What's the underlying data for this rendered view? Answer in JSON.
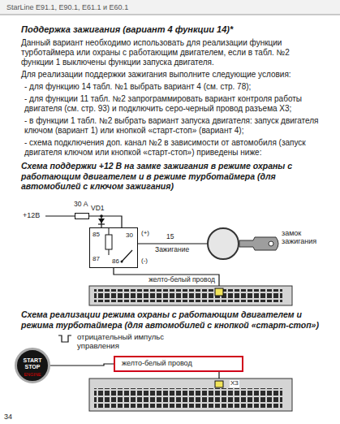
{
  "diagram": {
    "title": "Поддержка зажигания (вариант 4 функции 14)*",
    "nodes": [
      {
        "text": [
          "30 А"
        ]
      },
      {
        "text": [
          "85",
          "87",
          "86",
          "30"
        ]
      },
      {
        "text": [
          "замок зажигания"
        ]
      },
      {
        "text": [
          "START STOP",
          "ENGINE"
        ]
      },
      {
        "text": [
          "желто-белый провод"
        ]
      },
      {
        "text": [
          "Х3"
        ]
      }
    ],
    "edges": [
      {
        "from": 0,
        "to": 1,
        "arrow": "none"
      },
      {
        "from": 1,
        "to": 2,
        "label": "Зажигание",
        "arrow": "none"
      },
      {
        "from": 3,
        "to": 4,
        "arrow": "none"
      },
      {
        "from": 4,
        "to": 5,
        "arrow": "none"
      }
    ],
    "labels": [
      "StarLine E91.1, E90.1, E61.1 и E60.1",
      "Данный вариант необходимо использовать для реализации функции турботаймера или охраны с работающим двигателем, если в табл. №2 функции 1 выключены функции запуска двигателя.",
      "Для реализации поддержки зажигания выполните следующие условия:",
      "- для функцию 14 табл. №1 выбрать вариант 4 (см. стр. 78);",
      "- для функции 11 табл. №2 запрограммировать вариант контроля работы двигателя (см. стр. 93) и подключить серо-черный провод разъема Х3;",
      "- в функции 1 табл. №2 выбрать вариант запуска двигателя: запуск двигателя ключом (вариант 1) или кнопкой «старт-стоп» (вариант 4);",
      "- схема подключения доп. канал №2 в зависимости от автомобиля (запуск двигателя ключом или кнопкой «старт-стоп») приведены ниже:",
      "Схема поддержки +12 В на замке зажигания в режиме охраны с работающим двигателем и в режиме турботаймера (для автомобилей с ключом зажигания)",
      "+12В",
      "VD1",
      "(+)",
      "(-)",
      "15",
      "желто-белый провод",
      "Схема реализации режима охраны с работающим двигателем и режима турботаймера (для автомобилей с кнопкой «старт-стоп»)",
      "отрицательный импульс управления",
      "34"
    ]
  }
}
